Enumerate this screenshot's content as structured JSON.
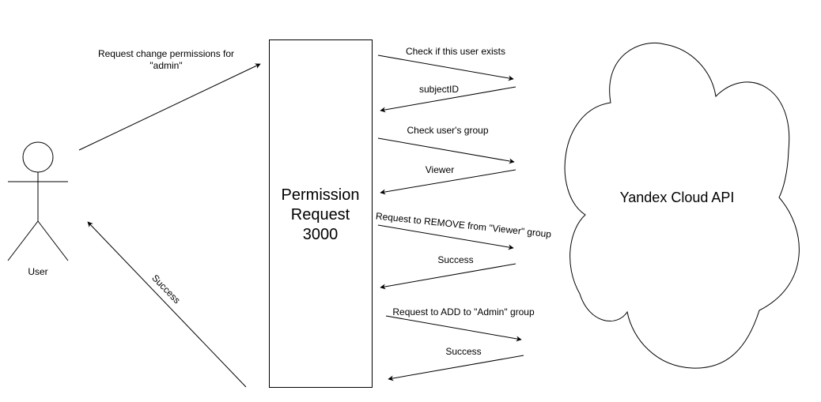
{
  "actor": {
    "label": "User"
  },
  "process": {
    "lines": [
      "Permission",
      "Request",
      "3000"
    ]
  },
  "cloud": {
    "label": "Yandex Cloud API"
  },
  "messages": {
    "user_request": [
      "Request change permissions for",
      "\"admin\""
    ],
    "check_user": "Check if this user exists",
    "subject_id": "subjectID",
    "check_group": "Check user's group",
    "viewer": "Viewer",
    "remove_request": "Request to REMOVE from \"Viewer\" group",
    "remove_success": "Success",
    "add_request": "Request to ADD to \"Admin\" group",
    "add_success": "Success",
    "user_success": "Success"
  }
}
